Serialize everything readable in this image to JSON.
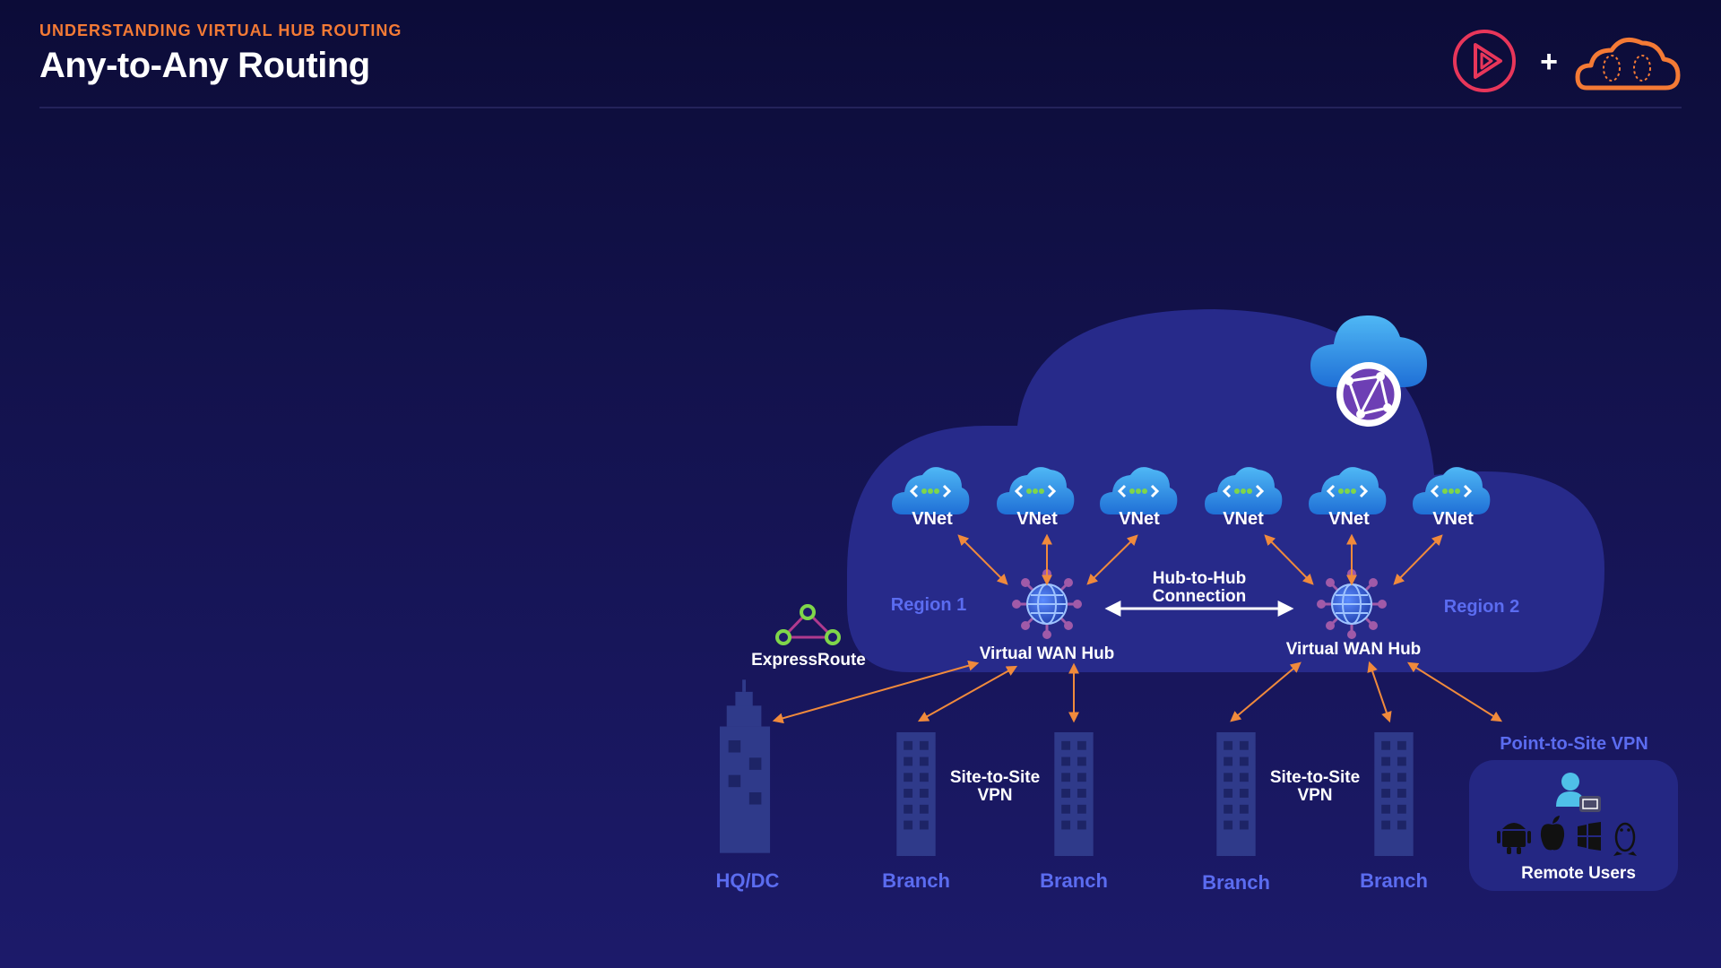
{
  "header": {
    "eyebrow": "UNDERSTANDING VIRTUAL HUB ROUTING",
    "title": "Any-to-Any Routing"
  },
  "logos": {
    "plus": "+"
  },
  "diagram": {
    "vnets": [
      "VNet",
      "VNet",
      "VNet",
      "VNet",
      "VNet",
      "VNet"
    ],
    "region1": "Region 1",
    "region2": "Region 2",
    "hub1": "Virtual WAN Hub",
    "hub2": "Virtual WAN Hub",
    "hub_connection": [
      "Hub-to-Hub",
      "Connection"
    ],
    "expressroute": "ExpressRoute",
    "s2s_left": [
      "Site-to-Site",
      "VPN"
    ],
    "s2s_right": [
      "Site-to-Site",
      "VPN"
    ],
    "p2s": "Point-to-Site VPN",
    "remote_users": "Remote Users",
    "sites": [
      "HQ/DC",
      "Branch",
      "Branch",
      "Branch",
      "Branch"
    ]
  },
  "colors": {
    "accent": "#f47a35",
    "arrow": "#f08a3c",
    "region_label": "#5b6cf0",
    "cloud_fill": "#272a8a",
    "building": "#2f3a8a"
  }
}
